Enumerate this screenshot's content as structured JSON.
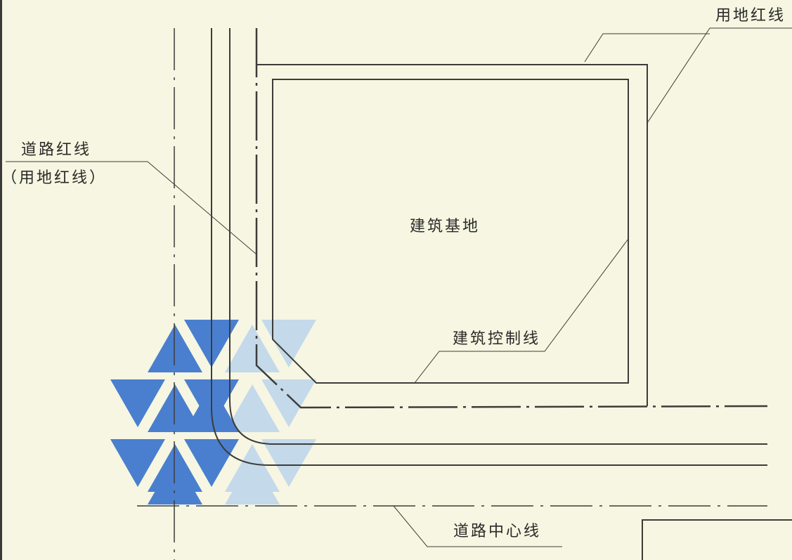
{
  "labels": {
    "land_use_red_line": "用地红线",
    "road_red_line": "道路红线",
    "road_red_line_note": "（用地红线）",
    "building_site": "建筑基地",
    "building_control_line": "建筑控制线",
    "road_center_line": "道路中心线"
  },
  "colors": {
    "background": "#f6f6e2",
    "line": "#3c3c3a",
    "logo_dark": "#4a7fcf",
    "logo_light": "#b8d3ec"
  },
  "logo": {
    "icon": "triangle-mosaic-logo"
  }
}
